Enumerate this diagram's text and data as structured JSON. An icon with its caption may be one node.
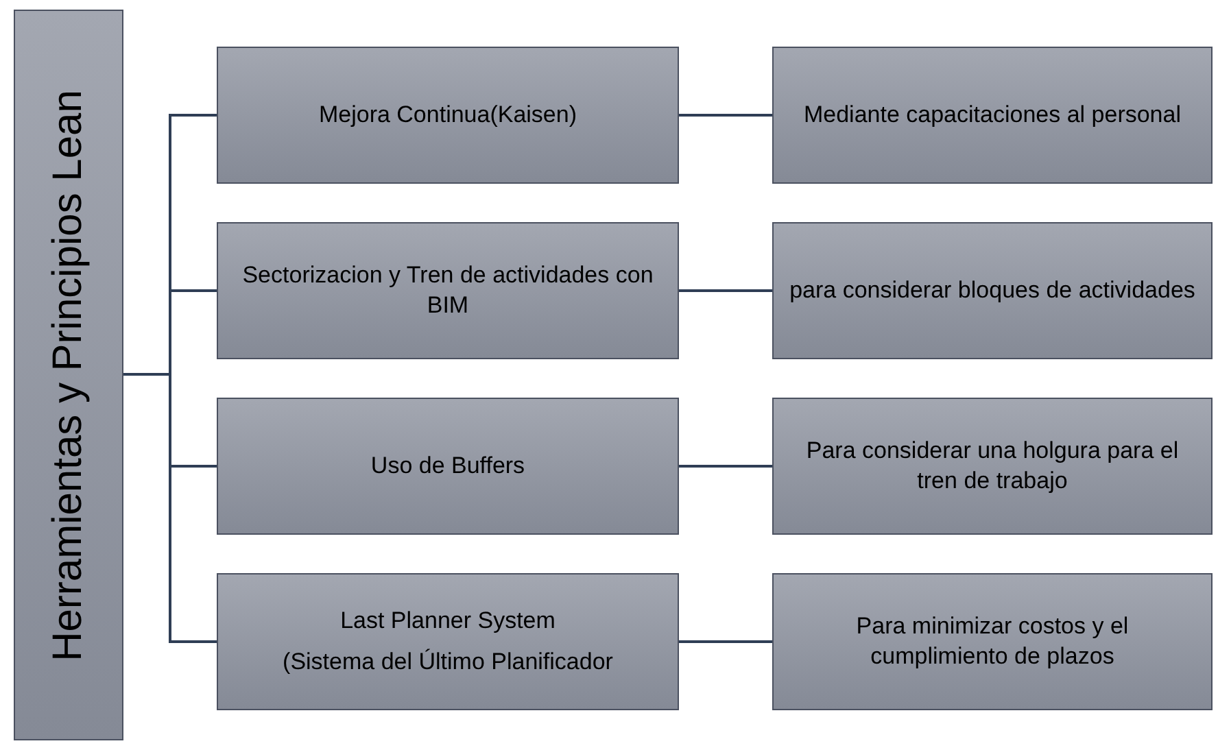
{
  "diagram": {
    "nodes": [
      {
        "text": [
          "Herramientas y Principios Lean"
        ]
      },
      {
        "text": [
          "Mejora Continua(Kaisen)"
        ]
      },
      {
        "text": [
          "Mediante capacitaciones al personal"
        ]
      },
      {
        "text": [
          "Sectorizacion y Tren de actividades con BIM"
        ]
      },
      {
        "text": [
          "para considerar bloques de actividades"
        ]
      },
      {
        "text": [
          "Uso de Buffers"
        ]
      },
      {
        "text": [
          "Para considerar una holgura para el tren de trabajo"
        ]
      },
      {
        "text": [
          "Last Planner System",
          "(Sistema del Último Planificador"
        ]
      },
      {
        "text": [
          "Para minimizar costos y el cumplimiento de plazos"
        ]
      }
    ],
    "edges": [
      {
        "from": 0,
        "to": 1,
        "arrow": "none"
      },
      {
        "from": 0,
        "to": 3,
        "arrow": "none"
      },
      {
        "from": 0,
        "to": 5,
        "arrow": "none"
      },
      {
        "from": 0,
        "to": 7,
        "arrow": "none"
      },
      {
        "from": 1,
        "to": 2,
        "arrow": "none"
      },
      {
        "from": 3,
        "to": 4,
        "arrow": "none"
      },
      {
        "from": 5,
        "to": 6,
        "arrow": "none"
      },
      {
        "from": 7,
        "to": 8,
        "arrow": "none"
      }
    ]
  }
}
